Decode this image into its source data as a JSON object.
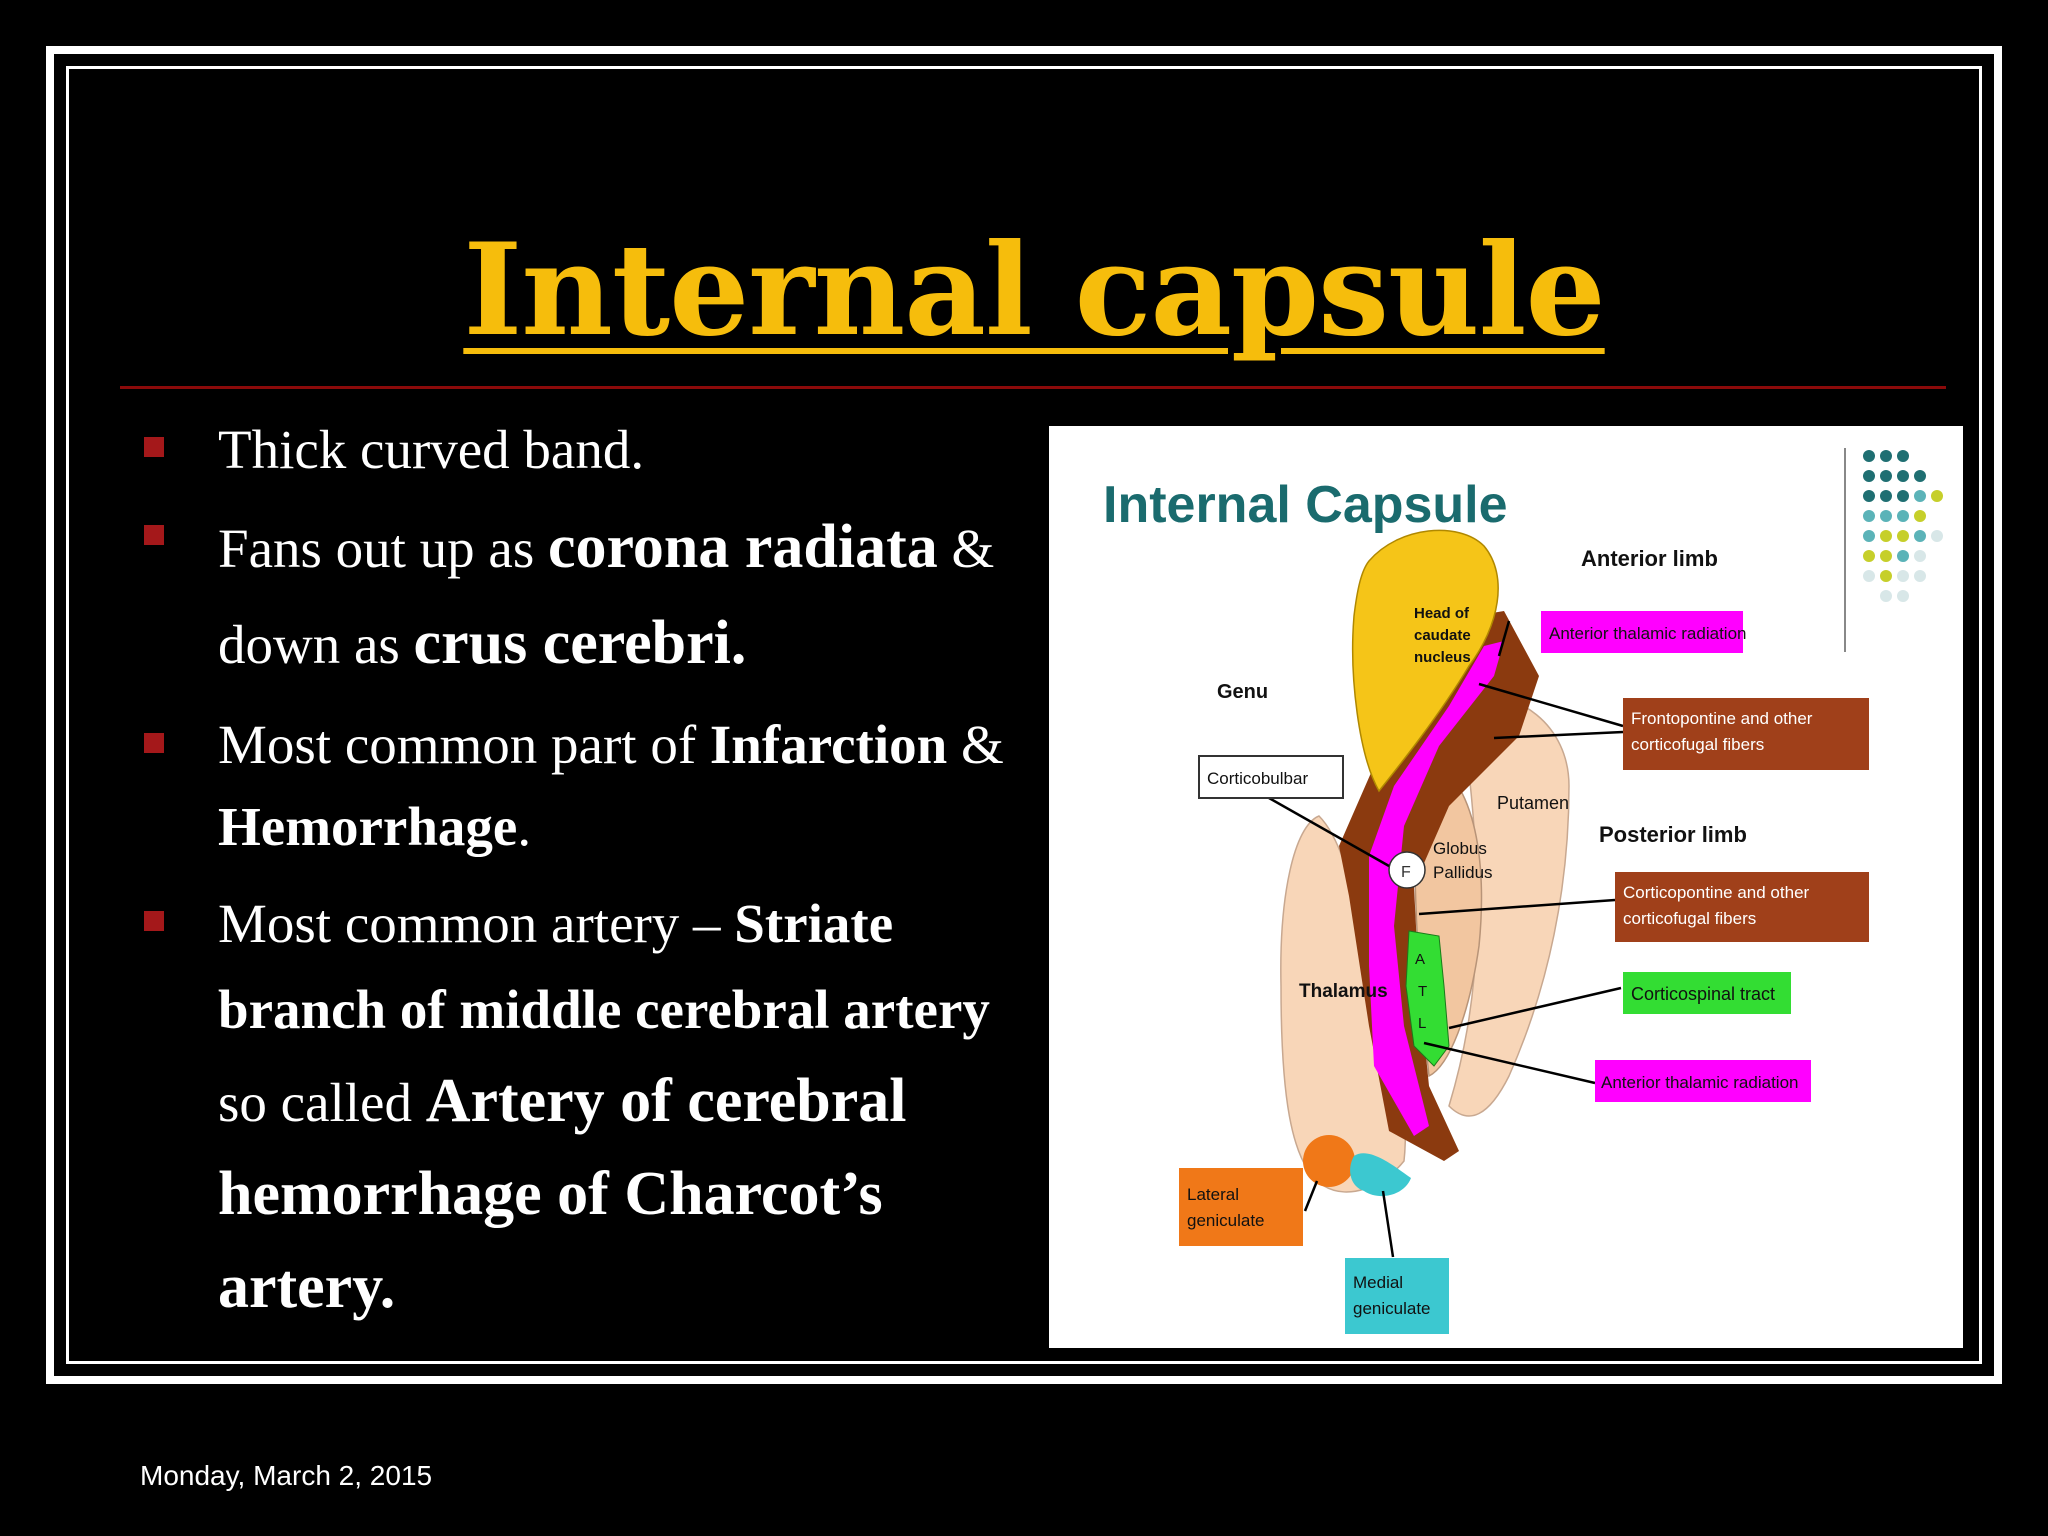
{
  "slide": {
    "title": "Internal capsule",
    "footer_date": "Monday, March 2, 2015",
    "bullets": [
      {
        "p1": "Thick curved band."
      },
      {
        "p1": "Fans out up as ",
        "p2": "corona radiata",
        "p3": " & down as ",
        "p4": "crus cerebri."
      },
      {
        "p1": "Most common part of ",
        "p2": "Infarction",
        "p3": " & ",
        "p4": "Hemorrhage",
        "p5": "."
      },
      {
        "p1": "Most common artery – ",
        "p2": "Striate branch of middle cerebral artery",
        "p3": " so called ",
        "p4": "Artery of cerebral hemorrhage of Charcot’s artery."
      }
    ]
  },
  "diagram": {
    "title": "Internal Capsule",
    "labels": {
      "anterior_limb": "Anterior limb",
      "posterior_limb": "Posterior limb",
      "genu": "Genu",
      "head_caudate_1": "Head of",
      "head_caudate_2": "caudate",
      "head_caudate_3": "nucleus",
      "putamen": "Putamen",
      "globus_1": "Globus",
      "globus_2": "Pallidus",
      "thalamus": "Thalamus",
      "f_letter": "F",
      "atl_a": "A",
      "atl_t": "T",
      "atl_l": "L"
    },
    "boxes": {
      "anterior_thalamic_top": "Anterior thalamic radiation",
      "frontopontine_1": "Frontopontine and other",
      "frontopontine_2": "corticofugal fibers",
      "corticobulbar": "Corticobulbar",
      "corticopontine_1": "Corticopontine and other",
      "corticopontine_2": "corticofugal fibers",
      "corticospinal": "Corticospinal tract",
      "anterior_thalamic_bottom": "Anterior thalamic radiation",
      "lateral_geniculate_1": "Lateral",
      "lateral_geniculate_2": "geniculate",
      "medial_geniculate_1": "Medial",
      "medial_geniculate_2": "geniculate"
    },
    "colors": {
      "title": "#1a6b6e",
      "caudate": "#f5c518",
      "capsule_band": "#8b3a0f",
      "magenta": "#ff00ff",
      "green": "#33dd33",
      "tissue": "#f8d6b8",
      "orange": "#f07818",
      "cyan": "#3cc8d0",
      "box_brown": "#a0401a"
    }
  }
}
